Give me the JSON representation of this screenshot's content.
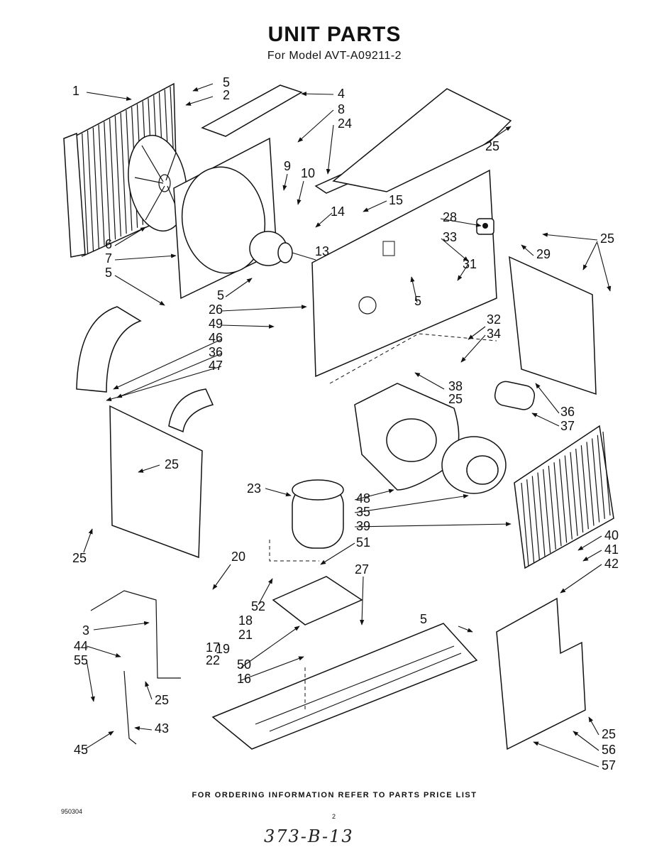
{
  "header": {
    "title": "UNIT PARTS",
    "subtitle": "For Model AVT-A09211-2"
  },
  "callouts": [
    {
      "id": "c1",
      "text": "1"
    },
    {
      "id": "c5a",
      "text": "5"
    },
    {
      "id": "c2",
      "text": "2"
    },
    {
      "id": "c4",
      "text": "4"
    },
    {
      "id": "c8",
      "text": "8"
    },
    {
      "id": "c24",
      "text": "24"
    },
    {
      "id": "c25a",
      "text": "25"
    },
    {
      "id": "c9",
      "text": "9"
    },
    {
      "id": "c10",
      "text": "10"
    },
    {
      "id": "c15",
      "text": "15"
    },
    {
      "id": "c14",
      "text": "14"
    },
    {
      "id": "c28",
      "text": "28"
    },
    {
      "id": "c25b",
      "text": "25"
    },
    {
      "id": "c6",
      "text": "6"
    },
    {
      "id": "c7",
      "text": "7"
    },
    {
      "id": "c13",
      "text": "13"
    },
    {
      "id": "c33",
      "text": "33"
    },
    {
      "id": "c29",
      "text": "29"
    },
    {
      "id": "c31",
      "text": "31"
    },
    {
      "id": "c5b",
      "text": "5"
    },
    {
      "id": "c5c",
      "text": "5"
    },
    {
      "id": "c5d",
      "text": "5"
    },
    {
      "id": "c26",
      "text": "26"
    },
    {
      "id": "c49",
      "text": "49"
    },
    {
      "id": "c46",
      "text": "46"
    },
    {
      "id": "c36a",
      "text": "36"
    },
    {
      "id": "c47",
      "text": "47"
    },
    {
      "id": "c32",
      "text": "32"
    },
    {
      "id": "c34",
      "text": "34"
    },
    {
      "id": "c38",
      "text": "38"
    },
    {
      "id": "c25c",
      "text": "25"
    },
    {
      "id": "c36b",
      "text": "36"
    },
    {
      "id": "c37",
      "text": "37"
    },
    {
      "id": "c25d",
      "text": "25"
    },
    {
      "id": "c23",
      "text": "23"
    },
    {
      "id": "c48",
      "text": "48"
    },
    {
      "id": "c35",
      "text": "35"
    },
    {
      "id": "c39",
      "text": "39"
    },
    {
      "id": "c25e",
      "text": "25"
    },
    {
      "id": "c40",
      "text": "40"
    },
    {
      "id": "c41",
      "text": "41"
    },
    {
      "id": "c42",
      "text": "42"
    },
    {
      "id": "c51",
      "text": "51"
    },
    {
      "id": "c20",
      "text": "20"
    },
    {
      "id": "c27",
      "text": "27"
    },
    {
      "id": "c52",
      "text": "52"
    },
    {
      "id": "c18",
      "text": "18"
    },
    {
      "id": "c21",
      "text": "21"
    },
    {
      "id": "c19",
      "text": "19"
    },
    {
      "id": "c17",
      "text": "17"
    },
    {
      "id": "c22",
      "text": "22"
    },
    {
      "id": "c50",
      "text": "50"
    },
    {
      "id": "c16",
      "text": "16"
    },
    {
      "id": "c5e",
      "text": "5"
    },
    {
      "id": "c3",
      "text": "3"
    },
    {
      "id": "c44",
      "text": "44"
    },
    {
      "id": "c55",
      "text": "55"
    },
    {
      "id": "c25f",
      "text": "25"
    },
    {
      "id": "c43",
      "text": "43"
    },
    {
      "id": "c45",
      "text": "45"
    },
    {
      "id": "c25g",
      "text": "25"
    },
    {
      "id": "c56",
      "text": "56"
    },
    {
      "id": "c57",
      "text": "57"
    }
  ],
  "footer": {
    "ordering_note": "FOR ORDERING INFORMATION REFER TO PARTS PRICE LIST",
    "doc_code": "950304",
    "page_number": "2",
    "handwritten_ref": "373-B-13"
  }
}
